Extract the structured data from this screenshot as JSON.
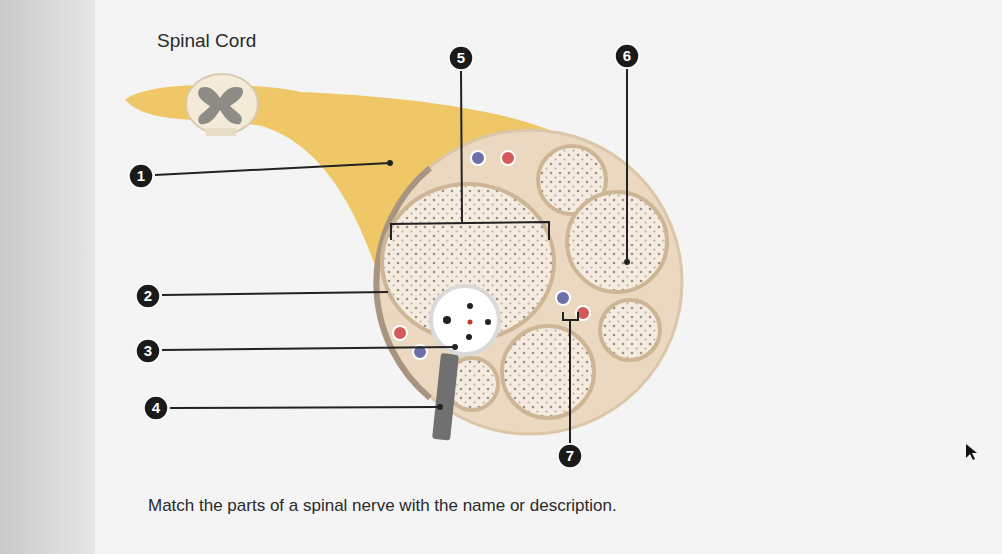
{
  "diagram": {
    "caption": "Match the parts of a spinal nerve with the name or description.",
    "nodes": [
      {
        "text": [
          "1"
        ]
      },
      {
        "text": [
          "2"
        ]
      },
      {
        "text": [
          "3"
        ]
      },
      {
        "text": [
          "4"
        ]
      },
      {
        "text": [
          "5"
        ]
      },
      {
        "text": [
          "6"
        ]
      },
      {
        "text": [
          "7"
        ]
      }
    ],
    "labels": [
      "Spinal Cord"
    ]
  }
}
